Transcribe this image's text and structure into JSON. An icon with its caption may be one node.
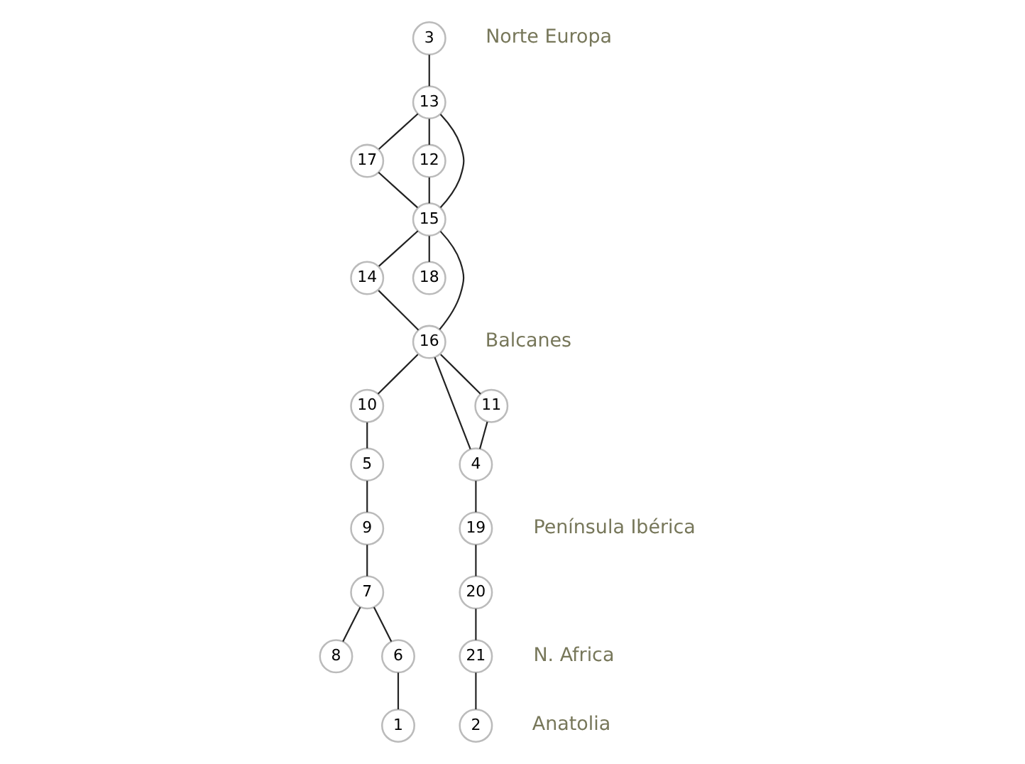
{
  "diagram": {
    "nodes": [
      {
        "text": [
          "3"
        ]
      },
      {
        "text": [
          "13"
        ]
      },
      {
        "text": [
          "17"
        ]
      },
      {
        "text": [
          "12"
        ]
      },
      {
        "text": [
          "15"
        ]
      },
      {
        "text": [
          "14"
        ]
      },
      {
        "text": [
          "18"
        ]
      },
      {
        "text": [
          "16"
        ]
      },
      {
        "text": [
          "10"
        ]
      },
      {
        "text": [
          "4"
        ]
      },
      {
        "text": [
          "11"
        ]
      },
      {
        "text": [
          "5"
        ]
      },
      {
        "text": [
          "19"
        ]
      },
      {
        "text": [
          "9"
        ]
      },
      {
        "text": [
          "20"
        ]
      },
      {
        "text": [
          "7"
        ]
      },
      {
        "text": [
          "21"
        ]
      },
      {
        "text": [
          "8"
        ]
      },
      {
        "text": [
          "6"
        ]
      },
      {
        "text": [
          "2"
        ]
      },
      {
        "text": [
          "1"
        ]
      }
    ],
    "edges": [
      {
        "from": 0,
        "to": 1,
        "arrow": "none"
      },
      {
        "from": 1,
        "to": 2,
        "arrow": "none"
      },
      {
        "from": 1,
        "to": 3,
        "arrow": "none"
      },
      {
        "from": 1,
        "to": 4,
        "arrow": "none"
      },
      {
        "from": 2,
        "to": 4,
        "arrow": "none"
      },
      {
        "from": 3,
        "to": 4,
        "arrow": "none"
      },
      {
        "from": 4,
        "to": 5,
        "arrow": "none"
      },
      {
        "from": 4,
        "to": 6,
        "arrow": "none"
      },
      {
        "from": 4,
        "to": 7,
        "arrow": "none"
      },
      {
        "from": 5,
        "to": 7,
        "arrow": "none"
      },
      {
        "from": 7,
        "to": 8,
        "arrow": "none"
      },
      {
        "from": 7,
        "to": 10,
        "arrow": "none"
      },
      {
        "from": 7,
        "to": 9,
        "arrow": "none"
      },
      {
        "from": 10,
        "to": 9,
        "arrow": "none"
      },
      {
        "from": 9,
        "to": 12,
        "arrow": "none"
      },
      {
        "from": 12,
        "to": 14,
        "arrow": "none"
      },
      {
        "from": 14,
        "to": 16,
        "arrow": "none"
      },
      {
        "from": 16,
        "to": 19,
        "arrow": "none"
      },
      {
        "from": 8,
        "to": 11,
        "arrow": "none"
      },
      {
        "from": 11,
        "to": 13,
        "arrow": "none"
      },
      {
        "from": 13,
        "to": 15,
        "arrow": "none"
      },
      {
        "from": 15,
        "to": 17,
        "arrow": "none"
      },
      {
        "from": 15,
        "to": 18,
        "arrow": "none"
      },
      {
        "from": 18,
        "to": 20,
        "arrow": "none"
      }
    ],
    "labels": [
      "Norte Europa",
      "Balcanes",
      "Península Ibérica",
      "N. Africa",
      "Anatolia"
    ]
  }
}
